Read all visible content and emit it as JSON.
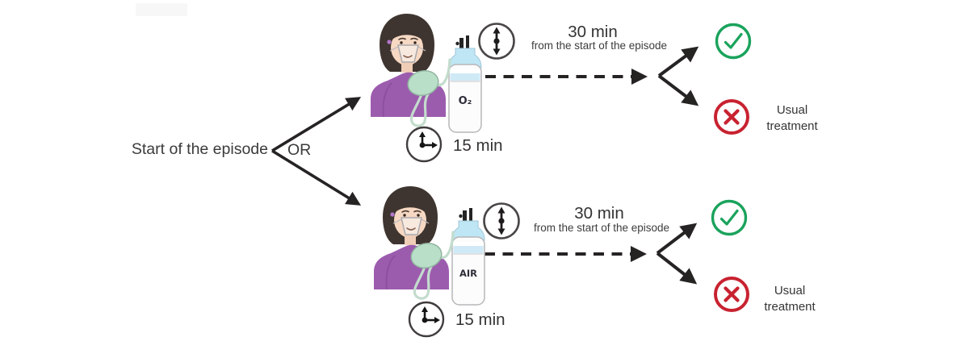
{
  "colors": {
    "background": "#ffffff",
    "arrow": "#262323",
    "text": "#3b3b3b",
    "success_green": "#1aa35c",
    "failure_red": "#c82230",
    "shirt_purple": "#9c5cae",
    "mask_mint": "#b9dfc8",
    "tank_blue": "#cfeaf6",
    "skin": "#f6d8c3",
    "hair": "#3f3530"
  },
  "start_label": "Start of the episode",
  "or_label": "OR",
  "branches": [
    {
      "gas": "oxygen",
      "tank_label": "O₂",
      "duration_value": "30 min",
      "duration_caption": "from the start of the episode",
      "session_length": "15 min",
      "outcome_negative_label": "Usual treatment"
    },
    {
      "gas": "air",
      "tank_label": "AIR",
      "duration_value": "30 min",
      "duration_caption": "from the start of the episode",
      "session_length": "15 min",
      "outcome_negative_label": "Usual treatment"
    }
  ],
  "icons": {
    "duration": "elapsed-time-icon",
    "clock": "stopwatch-icon",
    "success": "check-circle-icon",
    "failure": "cross-circle-icon",
    "patient": "patient-breathing-mask-illustration"
  }
}
